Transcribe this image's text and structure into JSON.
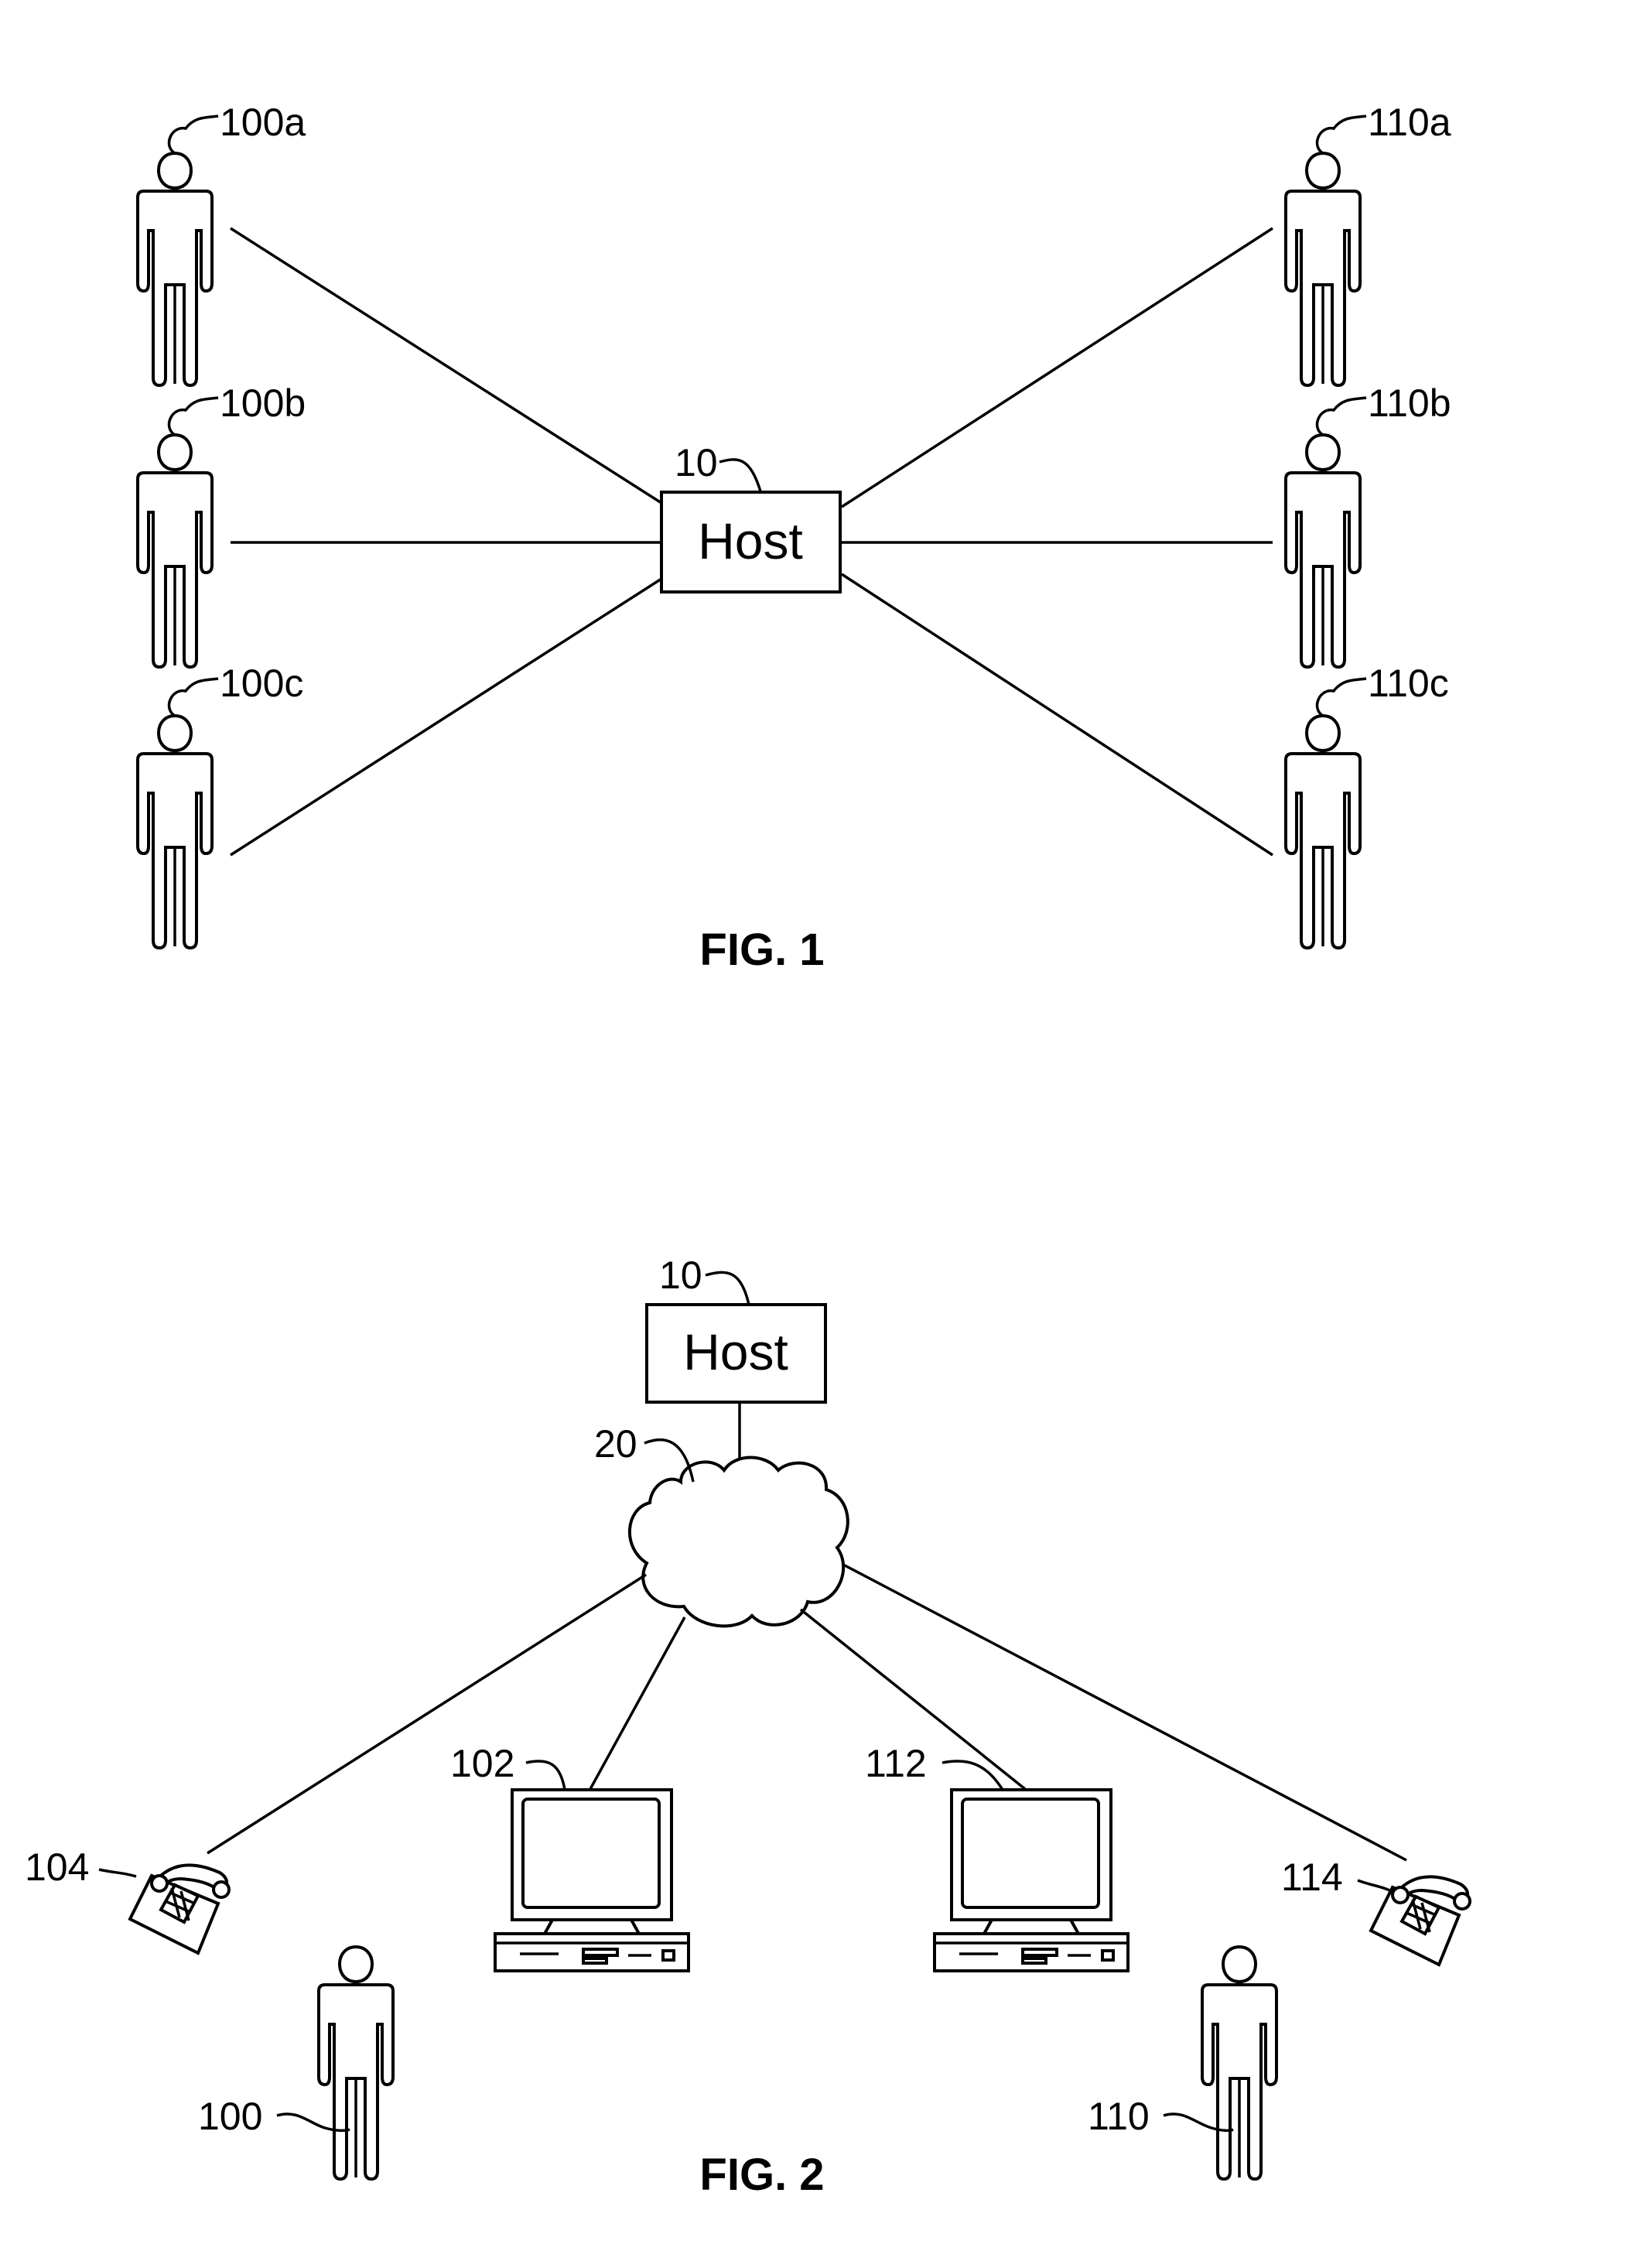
{
  "fig1": {
    "caption": "FIG. 1",
    "host": {
      "ref": "10",
      "label": "Host"
    },
    "left_people": [
      {
        "ref": "100a"
      },
      {
        "ref": "100b"
      },
      {
        "ref": "100c"
      }
    ],
    "right_people": [
      {
        "ref": "110a"
      },
      {
        "ref": "110b"
      },
      {
        "ref": "110c"
      }
    ]
  },
  "fig2": {
    "caption": "FIG. 2",
    "host": {
      "ref": "10",
      "label": "Host"
    },
    "network": {
      "ref": "20"
    },
    "phone_left": {
      "ref": "104"
    },
    "computer_left": {
      "ref": "102"
    },
    "computer_right": {
      "ref": "112"
    },
    "phone_right": {
      "ref": "114"
    },
    "person_left": {
      "ref": "100"
    },
    "person_right": {
      "ref": "110"
    }
  }
}
